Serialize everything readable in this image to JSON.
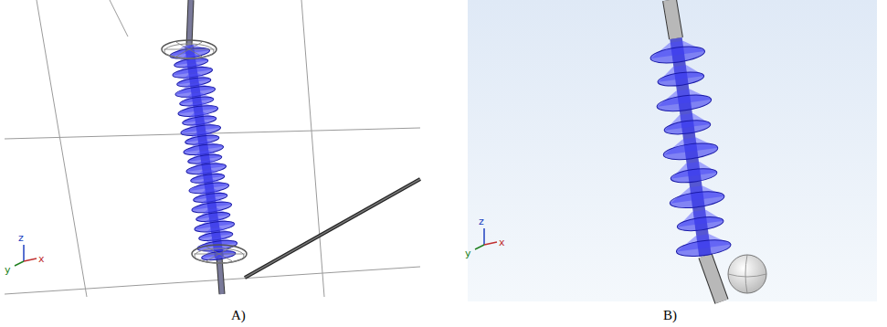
{
  "diagram": {
    "labels": [
      "z",
      "y",
      "x",
      "A)",
      "z",
      "y",
      "x",
      "B)"
    ]
  }
}
